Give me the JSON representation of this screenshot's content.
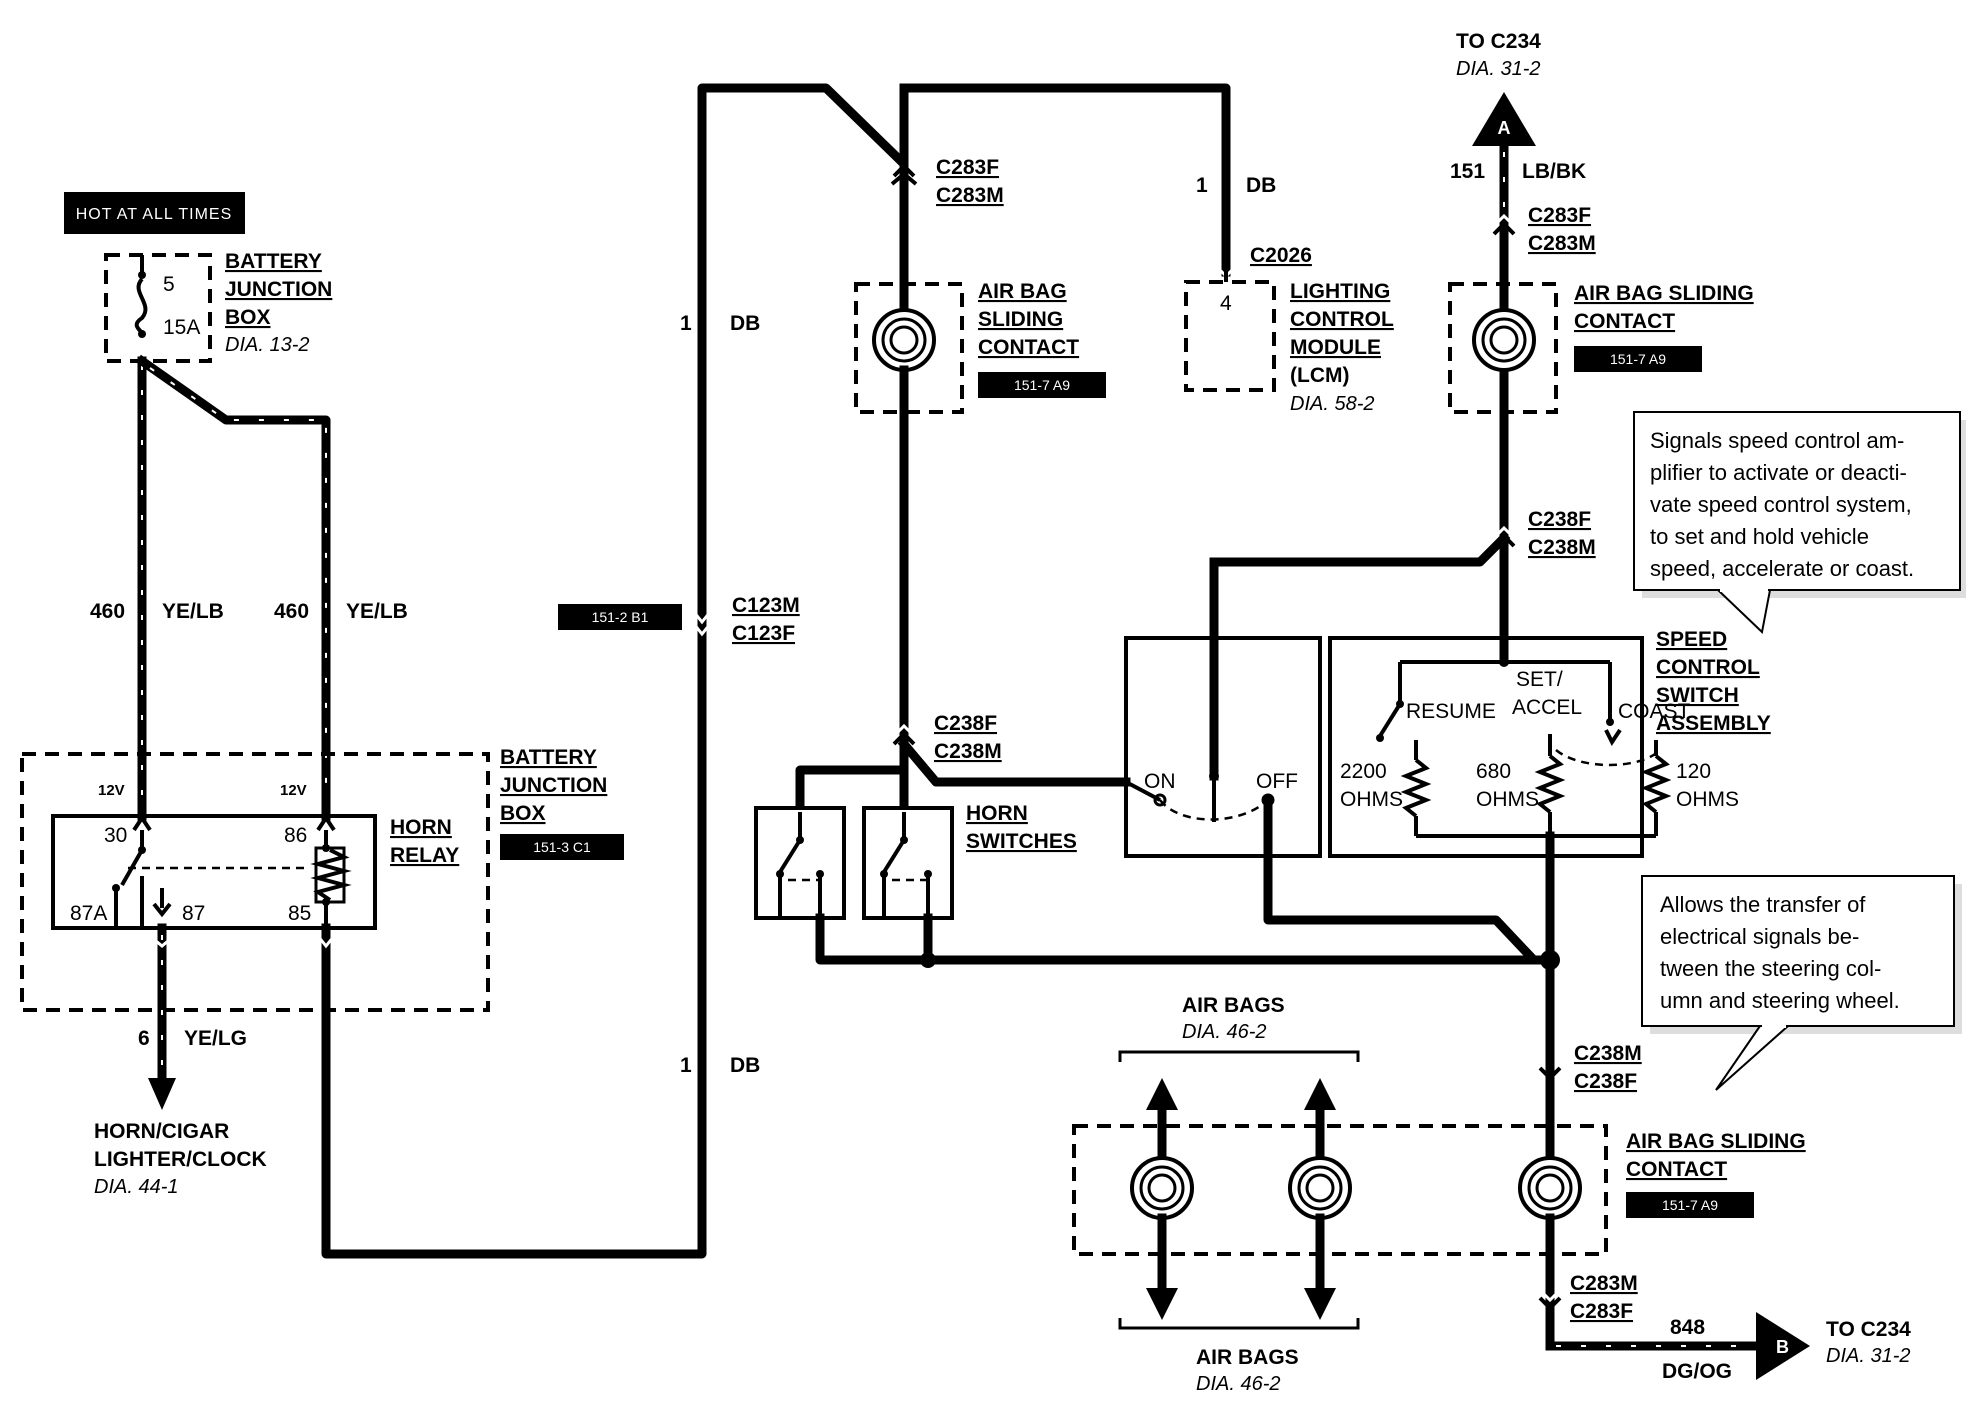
{
  "hot_label": "HOT AT ALL TIMES",
  "battery_junction_box": {
    "line1": "BATTERY",
    "line2": "JUNCTION",
    "line3": "BOX",
    "dia": "DIA. 13-2",
    "fuse_number": "5",
    "fuse_rating": "15A"
  },
  "wire_460_a": {
    "circuit": "460",
    "color": "YE/LB"
  },
  "wire_460_b": {
    "circuit": "460",
    "color": "YE/LB"
  },
  "relay_box": {
    "line1": "BATTERY",
    "line2": "JUNCTION",
    "line3": "BOX",
    "tag": "151-3 C1",
    "v12_left": "12V",
    "v12_right": "12V"
  },
  "horn_relay": {
    "line1": "HORN",
    "line2": "RELAY",
    "pin30": "30",
    "pin86": "86",
    "pin87a": "87A",
    "pin87": "87",
    "pin85": "85"
  },
  "wire_6": {
    "circuit": "6",
    "color": "YE/LG"
  },
  "horn_dest": {
    "line1": "HORN/CIGAR",
    "line2": "LIGHTER/CLOCK",
    "dia": "DIA. 44-1"
  },
  "wire_db_upper": {
    "circuit": "1",
    "color": "DB"
  },
  "wire_db_lower": {
    "circuit": "1",
    "color": "DB"
  },
  "wire_db_lcm": {
    "circuit": "1",
    "color": "DB"
  },
  "c123": {
    "m": "C123M",
    "f": "C123F",
    "tag": "151-2 B1"
  },
  "c283_left": {
    "f": "C283F",
    "m": "C283M"
  },
  "airbag_contact_left": {
    "line1": "AIR BAG",
    "line2": "SLIDING",
    "line3": "CONTACT",
    "tag": "151-7 A9"
  },
  "c2026": "C2026",
  "lcm": {
    "pin": "4",
    "line1": "LIGHTING",
    "line2": "CONTROL",
    "line3": "MODULE",
    "line4": "(LCM)",
    "dia": "DIA. 58-2"
  },
  "to_c234_top": {
    "label": "TO C234",
    "dia": "DIA. 31-2",
    "letter": "A"
  },
  "wire_151": {
    "circuit": "151",
    "color": "LB/BK"
  },
  "c283_right": {
    "f": "C283F",
    "m": "C283M"
  },
  "airbag_contact_right": {
    "line1": "AIR BAG SLIDING",
    "line2": "CONTACT",
    "tag": "151-7 A9"
  },
  "note_speed": [
    "Signals speed control am-",
    "plifier to activate or deacti-",
    "vate speed control system,",
    "to set and hold vehicle",
    "speed, accelerate or coast."
  ],
  "c238_upper": {
    "f": "C238F",
    "m": "C238M"
  },
  "c238_left": {
    "f": "C238F",
    "m": "C238M"
  },
  "speed_switch": {
    "line1": "SPEED",
    "line2": "CONTROL",
    "line3": "SWITCH",
    "line4": "ASSEMBLY",
    "on": "ON",
    "off": "OFF",
    "resume": "RESUME",
    "set1": "SET/",
    "set2": "ACCEL",
    "coast": "COAST",
    "r1_value": "2200",
    "r1_unit": "OHMS",
    "r2_value": "680",
    "r2_unit": "OHMS",
    "r3_value": "120",
    "r3_unit": "OHMS"
  },
  "horn_switches": {
    "line1": "HORN",
    "line2": "SWITCHES"
  },
  "note_airbag": [
    "Allows the transfer of",
    "electrical signals be-",
    "tween the steering col-",
    "umn and steering wheel."
  ],
  "air_bags_top": {
    "label": "AIR BAGS",
    "dia": "DIA. 46-2"
  },
  "air_bags_bottom": {
    "label": "AIR BAGS",
    "dia": "DIA. 46-2"
  },
  "c238_lower": {
    "m": "C238M",
    "f": "C238F"
  },
  "airbag_contact_bottom": {
    "line1": "AIR BAG SLIDING",
    "line2": "CONTACT",
    "tag": "151-7 A9"
  },
  "c283_lower": {
    "m": "C283M",
    "f": "C283F"
  },
  "wire_848": {
    "circuit": "848",
    "color": "DG/OG"
  },
  "to_c234_bottom": {
    "label": "TO C234",
    "dia": "DIA. 31-2",
    "letter": "B"
  }
}
